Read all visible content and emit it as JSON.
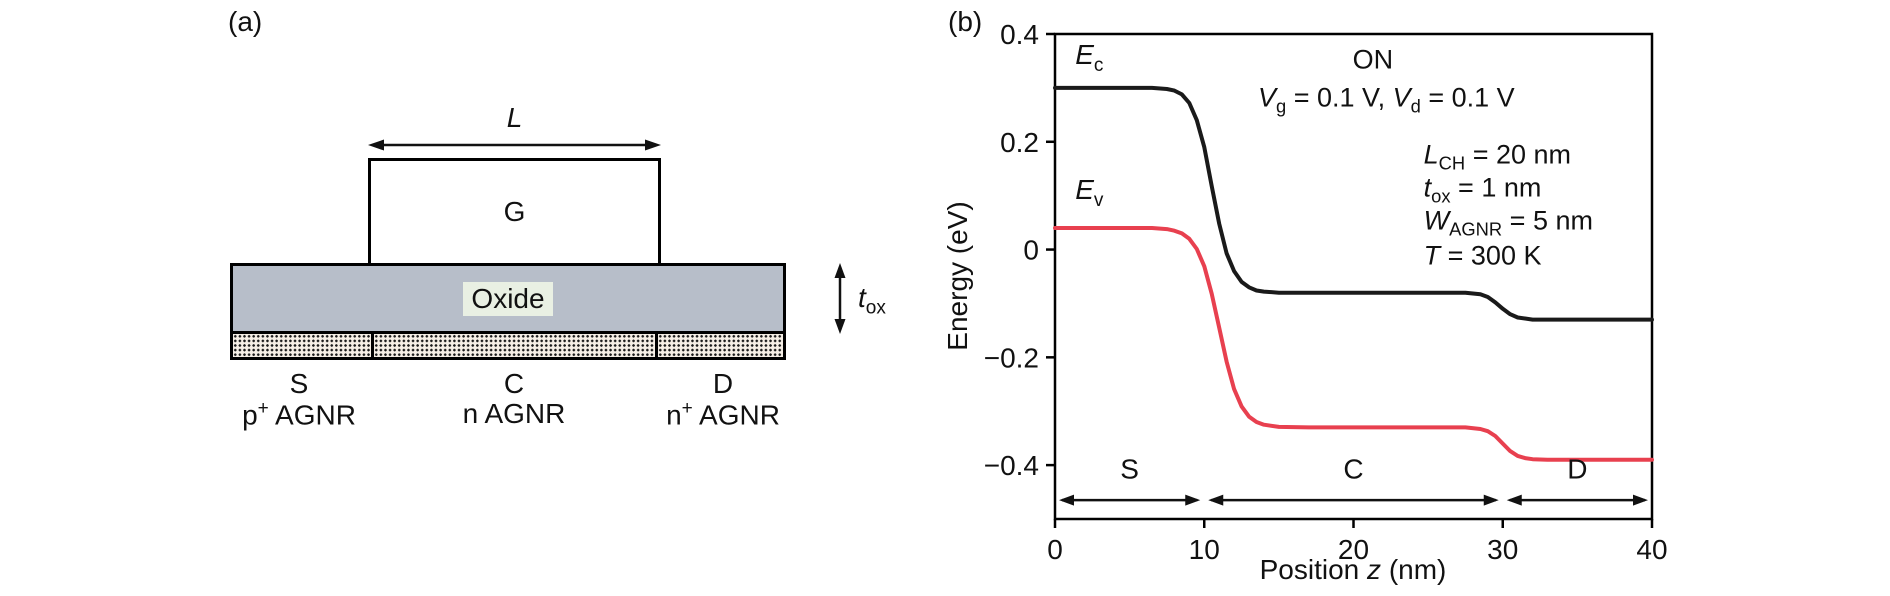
{
  "figure": {
    "panel_a": {
      "label": "(a)",
      "gate_label": "G",
      "oxide_label": "Oxide",
      "oxide_color": "#b7bec9",
      "gate_length_label": [
        {
          "t": "L",
          "i": true
        }
      ],
      "tox_label": [
        {
          "t": "t",
          "i": true
        },
        {
          "t": "ox",
          "sub": true
        }
      ],
      "regions": [
        {
          "name": "S",
          "doping": [
            {
              "t": "p"
            },
            {
              "t": "+",
              "sup": true
            },
            {
              "t": " AGNR"
            }
          ]
        },
        {
          "name": "C",
          "doping": [
            {
              "t": "n AGNR"
            }
          ]
        },
        {
          "name": "D",
          "doping": [
            {
              "t": "n"
            },
            {
              "t": "+",
              "sup": true
            },
            {
              "t": " AGNR"
            }
          ]
        }
      ]
    },
    "panel_b": {
      "label": "(b)"
    }
  },
  "chart_data": {
    "type": "line",
    "title": "",
    "ylabel": "Energy (eV)",
    "xlabel": [
      {
        "t": "Position "
      },
      {
        "t": "z",
        "i": true
      },
      {
        "t": " (nm)"
      }
    ],
    "xlim": [
      0,
      40
    ],
    "ylim": [
      -0.5,
      0.4
    ],
    "grid": false,
    "xticks": [
      {
        "v": 0,
        "label": "0"
      },
      {
        "v": 10,
        "label": "10"
      },
      {
        "v": 20,
        "label": "20"
      },
      {
        "v": 30,
        "label": "30"
      },
      {
        "v": 40,
        "label": "40"
      }
    ],
    "yticks": [
      {
        "v": 0.4,
        "label": "0.4"
      },
      {
        "v": 0.2,
        "label": "0.2"
      },
      {
        "v": 0,
        "label": "0"
      },
      {
        "v": -0.2,
        "label": "−0.2"
      },
      {
        "v": -0.4,
        "label": "−0.4"
      }
    ],
    "series": [
      {
        "name": "conduction-band",
        "label": [
          {
            "t": "E",
            "i": true
          },
          {
            "t": "c",
            "sub": true
          }
        ],
        "label_pos": [
          2.3,
          0.355
        ],
        "color": "#1a1a1a",
        "points": [
          [
            0,
            0.3
          ],
          [
            3,
            0.3
          ],
          [
            5,
            0.3
          ],
          [
            6.5,
            0.3
          ],
          [
            7.5,
            0.298
          ],
          [
            8,
            0.295
          ],
          [
            8.5,
            0.288
          ],
          [
            9,
            0.272
          ],
          [
            9.5,
            0.24
          ],
          [
            10,
            0.19
          ],
          [
            10.5,
            0.118
          ],
          [
            11,
            0.048
          ],
          [
            11.5,
            -0.007
          ],
          [
            12,
            -0.04
          ],
          [
            12.5,
            -0.06
          ],
          [
            13,
            -0.07
          ],
          [
            13.5,
            -0.076
          ],
          [
            14,
            -0.078
          ],
          [
            15,
            -0.08
          ],
          [
            17,
            -0.08
          ],
          [
            20,
            -0.08
          ],
          [
            23,
            -0.08
          ],
          [
            26,
            -0.08
          ],
          [
            27.5,
            -0.08
          ],
          [
            28.5,
            -0.083
          ],
          [
            29,
            -0.088
          ],
          [
            29.5,
            -0.098
          ],
          [
            30,
            -0.11
          ],
          [
            30.5,
            -0.12
          ],
          [
            31,
            -0.126
          ],
          [
            31.5,
            -0.128
          ],
          [
            32,
            -0.13
          ],
          [
            34,
            -0.13
          ],
          [
            37,
            -0.13
          ],
          [
            40,
            -0.13
          ]
        ]
      },
      {
        "name": "valence-band",
        "label": [
          {
            "t": "E",
            "i": true
          },
          {
            "t": "v",
            "sub": true
          }
        ],
        "label_pos": [
          2.3,
          0.105
        ],
        "color": "#e8404f",
        "points": [
          [
            0,
            0.04
          ],
          [
            3,
            0.04
          ],
          [
            5,
            0.04
          ],
          [
            6.5,
            0.04
          ],
          [
            7.5,
            0.038
          ],
          [
            8,
            0.035
          ],
          [
            8.5,
            0.03
          ],
          [
            9,
            0.02
          ],
          [
            9.5,
            0.001
          ],
          [
            10,
            -0.031
          ],
          [
            10.5,
            -0.082
          ],
          [
            11,
            -0.145
          ],
          [
            11.5,
            -0.208
          ],
          [
            12,
            -0.259
          ],
          [
            12.5,
            -0.291
          ],
          [
            13,
            -0.31
          ],
          [
            13.5,
            -0.32
          ],
          [
            14,
            -0.325
          ],
          [
            15,
            -0.329
          ],
          [
            17,
            -0.33
          ],
          [
            20,
            -0.33
          ],
          [
            23,
            -0.33
          ],
          [
            26,
            -0.33
          ],
          [
            27.5,
            -0.33
          ],
          [
            28.5,
            -0.333
          ],
          [
            29,
            -0.337
          ],
          [
            29.5,
            -0.346
          ],
          [
            30,
            -0.36
          ],
          [
            30.5,
            -0.374
          ],
          [
            31,
            -0.383
          ],
          [
            31.5,
            -0.387
          ],
          [
            32,
            -0.389
          ],
          [
            33,
            -0.39
          ],
          [
            36,
            -0.39
          ],
          [
            40,
            -0.39
          ]
        ]
      }
    ],
    "annotations": [
      {
        "id": "state",
        "align": "center",
        "pos": [
          21.3,
          0.352
        ],
        "segments": [
          {
            "t": "ON"
          }
        ]
      },
      {
        "id": "bias",
        "align": "center",
        "pos": [
          22.2,
          0.278
        ],
        "segments": [
          {
            "t": "V",
            "i": true
          },
          {
            "t": "g",
            "sub": true
          },
          {
            "t": " = 0.1 V, "
          },
          {
            "t": "V",
            "i": true
          },
          {
            "t": "d",
            "sub": true
          },
          {
            "t": " = 0.1 V"
          }
        ]
      },
      {
        "id": "channel-length",
        "align": "left",
        "pos": [
          24.7,
          0.172
        ],
        "segments": [
          {
            "t": "L",
            "i": true
          },
          {
            "t": "CH",
            "sub": true
          },
          {
            "t": " = 20 nm"
          }
        ]
      },
      {
        "id": "oxide-thickness",
        "align": "left",
        "pos": [
          24.7,
          0.111
        ],
        "segments": [
          {
            "t": "t",
            "i": true
          },
          {
            "t": "ox",
            "sub": true
          },
          {
            "t": " = 1 nm"
          }
        ]
      },
      {
        "id": "ribbon-width",
        "align": "left",
        "pos": [
          24.7,
          0.05
        ],
        "segments": [
          {
            "t": "W",
            "i": true
          },
          {
            "t": "AGNR",
            "sub": true
          },
          {
            "t": " = 5 nm"
          }
        ]
      },
      {
        "id": "temperature",
        "align": "left",
        "pos": [
          24.7,
          -0.012
        ],
        "segments": [
          {
            "t": "T",
            "i": true
          },
          {
            "t": " = 300 K"
          }
        ]
      }
    ],
    "regions": [
      {
        "label": "S",
        "from": 0,
        "to": 10
      },
      {
        "label": "C",
        "from": 10,
        "to": 30
      },
      {
        "label": "D",
        "from": 30,
        "to": 40
      }
    ],
    "region_arrow_y": -0.465,
    "region_label_y": -0.425
  }
}
